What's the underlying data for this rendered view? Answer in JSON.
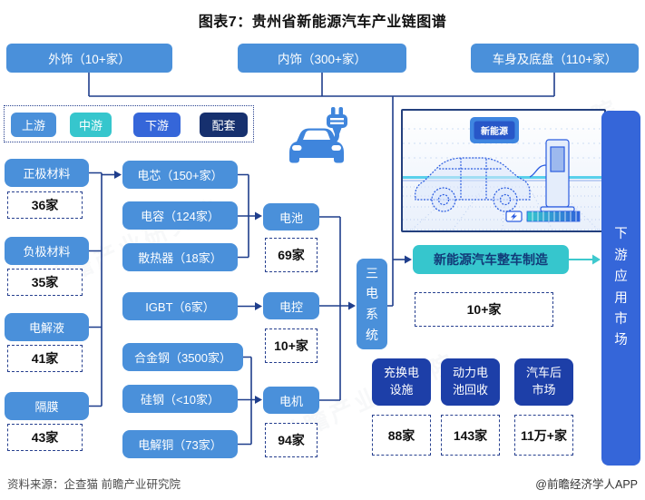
{
  "title": "图表7：贵州省新能源汽车产业链图谱",
  "top_row": [
    {
      "label": "外饰（10+家）"
    },
    {
      "label": "内饰（300+家）"
    },
    {
      "label": "车身及底盘（110+家）"
    }
  ],
  "legend": {
    "items": [
      {
        "label": "上游"
      },
      {
        "label": "中游"
      },
      {
        "label": "下游"
      },
      {
        "label": "配套"
      }
    ]
  },
  "upstream_materials": [
    {
      "label": "正极材料",
      "count": "36家"
    },
    {
      "label": "负极材料",
      "count": "35家"
    },
    {
      "label": "电解液",
      "count": "41家"
    },
    {
      "label": "隔膜",
      "count": "43家"
    }
  ],
  "components": [
    {
      "label": "电芯（150+家）"
    },
    {
      "label": "电容（124家）"
    },
    {
      "label": "散热器（18家）"
    },
    {
      "label": "IGBT（6家）"
    },
    {
      "label": "合金钢（3500家）"
    },
    {
      "label": "硅钢（<10家）"
    },
    {
      "label": "电解铜（73家）"
    }
  ],
  "systems": [
    {
      "label": "电池",
      "count": "69家"
    },
    {
      "label": "电控",
      "count": "10+家"
    },
    {
      "label": "电机",
      "count": "94家"
    }
  ],
  "three_electric_label": "三电系统",
  "oem": {
    "label": "新能源汽车整车制造",
    "count": "10+家"
  },
  "supporting": [
    {
      "label": "充换电设施",
      "count": "88家"
    },
    {
      "label": "动力电池回收",
      "count": "143家"
    },
    {
      "label": "汽车后市场",
      "count": "11万+家"
    }
  ],
  "downstream_market_label": "下游应用市场",
  "image_panel": {
    "sign": "新能源"
  },
  "watermark": "前瞻产业研究院",
  "footer": {
    "source": "资料来源：企查猫 前瞻产业研究院",
    "credit": "@前瞻经济学人APP"
  },
  "colors": {
    "blue": "#4a90da",
    "teal": "#36c6cd",
    "royal": "#3566d9",
    "navy": "#16306e",
    "deep": "#1d3fa8",
    "line": "#1f3e8c",
    "dash": "#27408f",
    "teal_arrow": "#3ec9ce",
    "oem_text": "#123a78"
  }
}
